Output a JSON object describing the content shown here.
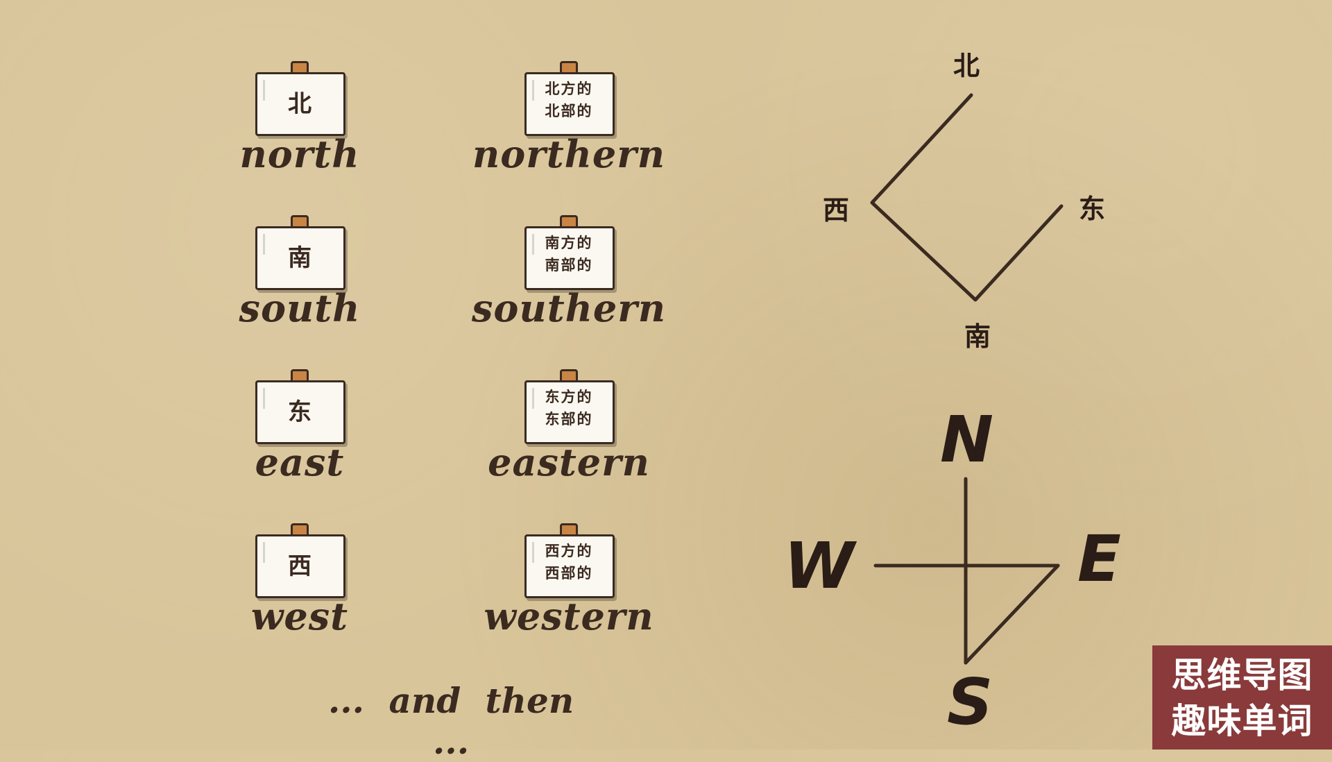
{
  "cards": {
    "north": {
      "note": "北",
      "word": "north"
    },
    "northern": {
      "note_line1": "北方的",
      "note_line2": "北部的",
      "word": "northern"
    },
    "south": {
      "note": "南",
      "word": "south"
    },
    "southern": {
      "note_line1": "南方的",
      "note_line2": "南部的",
      "word": "southern"
    },
    "east": {
      "note": "东",
      "word": "east"
    },
    "eastern": {
      "note_line1": "东方的",
      "note_line2": "东部的",
      "word": "eastern"
    },
    "west": {
      "note": "西",
      "word": "west"
    },
    "western": {
      "note_line1": "西方的",
      "note_line2": "西部的",
      "word": "western"
    }
  },
  "footer_text": "... and then ...",
  "diagram_cn": {
    "north": "北",
    "south": "南",
    "east": "东",
    "west": "西"
  },
  "diagram_en": {
    "north": "N",
    "south": "S",
    "east": "E",
    "west": "W"
  },
  "badge": {
    "line1": "思维导图",
    "line2": "趣味单词"
  },
  "colors": {
    "background": "#d9c59a",
    "ink": "#3b2a20",
    "pin": "#c98545",
    "badge": "#8a3a3a"
  }
}
